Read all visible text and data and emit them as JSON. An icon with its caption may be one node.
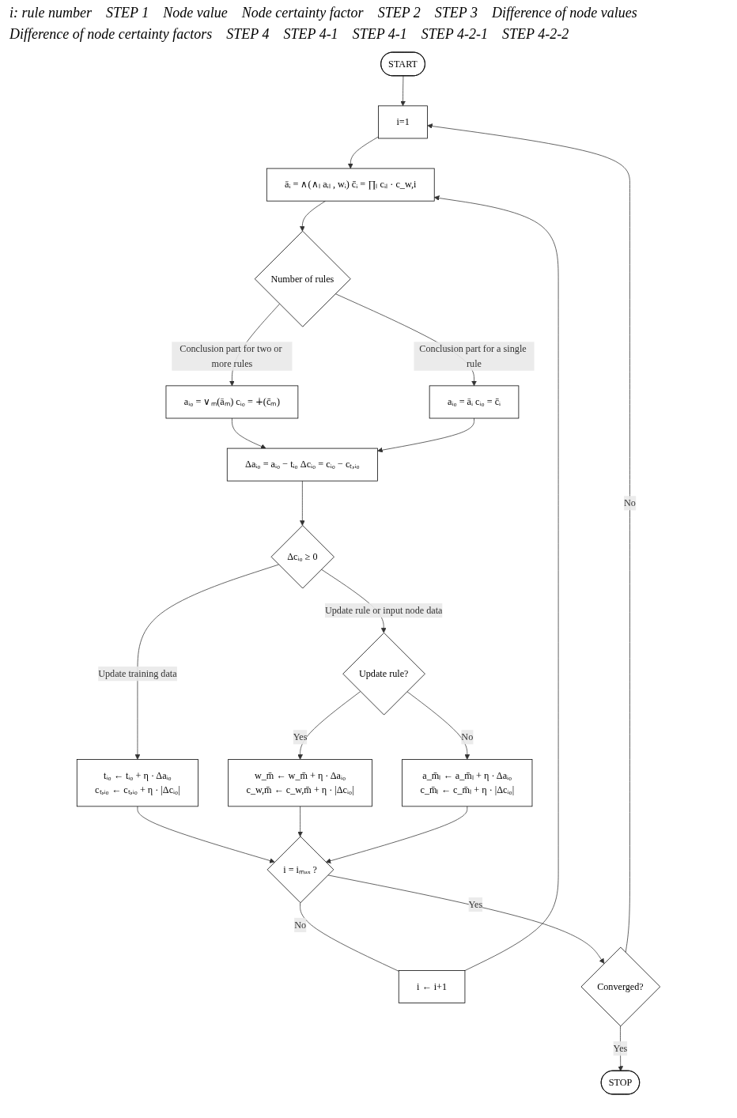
{
  "diagram": {
    "nodes": [
      {
        "text": [
          "START"
        ]
      },
      {
        "text": [
          "i=1"
        ]
      },
      {
        "text": [
          "āᵢ = ∧(∧ₗ aᵢₗ , wᵢ)    c̄ᵢ = ∏ₗ cᵢₗ · c_w,i"
        ]
      },
      {
        "text": [
          "Number of rules"
        ]
      },
      {
        "text": [
          "aᵢ₀ = ∨ₘ(āₘ)   cᵢ₀ = ∔(c̄ₘ)"
        ]
      },
      {
        "text": [
          "aᵢ₀ = āᵢ    cᵢ₀ = c̄ᵢ"
        ]
      },
      {
        "text": [
          "Δaᵢ₀ = aᵢ₀ − tᵢ₀    Δcᵢ₀ = cᵢ₀ − cₜ,ᵢ₀"
        ]
      },
      {
        "text": [
          "Δcᵢ₀ ≥ 0"
        ]
      },
      {
        "text": [
          "tᵢ₀ ← tᵢ₀ + η · Δaᵢ₀",
          "cₜ,ᵢ₀ ← cₜ,ᵢ₀ + η · |Δcᵢ₀|"
        ]
      },
      {
        "text": [
          "Update rule?"
        ]
      },
      {
        "text": [
          "w_m̄ ← w_m̄ + η · Δaᵢ₀",
          "c_w,m̄ ← c_w,m̄ + η · |Δcᵢ₀|"
        ]
      },
      {
        "text": [
          "a_m̄ₗ ← a_m̄ₗ + η · Δaᵢ₀",
          "c_m̄ₗ ← c_m̄ₗ + η · |Δcᵢ₀|"
        ]
      },
      {
        "text": [
          "i = iₘₐₓ ?"
        ]
      },
      {
        "text": [
          "i ← i+1"
        ]
      },
      {
        "text": [
          "Converged?"
        ]
      },
      {
        "text": [
          "STOP"
        ]
      }
    ],
    "edges": [
      {
        "from": 0,
        "to": 1,
        "arrow": "to"
      },
      {
        "from": 1,
        "to": 2,
        "arrow": "to"
      },
      {
        "from": 2,
        "to": 3,
        "arrow": "to"
      },
      {
        "from": 3,
        "to": 4,
        "arrow": "to",
        "label": "Conclusion part for two or more rules"
      },
      {
        "from": 3,
        "to": 5,
        "arrow": "to",
        "label": "Conclusion part for a single rule"
      },
      {
        "from": 4,
        "to": 6,
        "arrow": "to"
      },
      {
        "from": 5,
        "to": 6,
        "arrow": "to"
      },
      {
        "from": 6,
        "to": 7,
        "arrow": "to"
      },
      {
        "from": 7,
        "to": 8,
        "arrow": "to",
        "label": "Update training data"
      },
      {
        "from": 7,
        "to": 9,
        "arrow": "to",
        "label": "Update rule or input node data"
      },
      {
        "from": 9,
        "to": 10,
        "arrow": "to",
        "label": "Yes"
      },
      {
        "from": 9,
        "to": 11,
        "arrow": "to",
        "label": "No"
      },
      {
        "from": 8,
        "to": 12,
        "arrow": "to"
      },
      {
        "from": 10,
        "to": 12,
        "arrow": "to"
      },
      {
        "from": 11,
        "to": 12,
        "arrow": "to"
      },
      {
        "from": 12,
        "to": 13,
        "arrow": "none",
        "label": "No"
      },
      {
        "from": 13,
        "to": 2,
        "arrow": "to"
      },
      {
        "from": 12,
        "to": 14,
        "arrow": "to",
        "label": "Yes"
      },
      {
        "from": 14,
        "to": 1,
        "arrow": "to",
        "label": "No"
      },
      {
        "from": 14,
        "to": 15,
        "arrow": "to",
        "label": "Yes"
      }
    ],
    "labels": [
      "i: rule number",
      "STEP 1",
      "Node value",
      "Node certainty factor",
      "STEP 2",
      "STEP 3",
      "Difference of node values",
      "Difference of node certainty factors",
      "STEP 4",
      "STEP 4-1",
      "STEP 4-1",
      "STEP 4-2-1",
      "STEP 4-2-2"
    ]
  }
}
